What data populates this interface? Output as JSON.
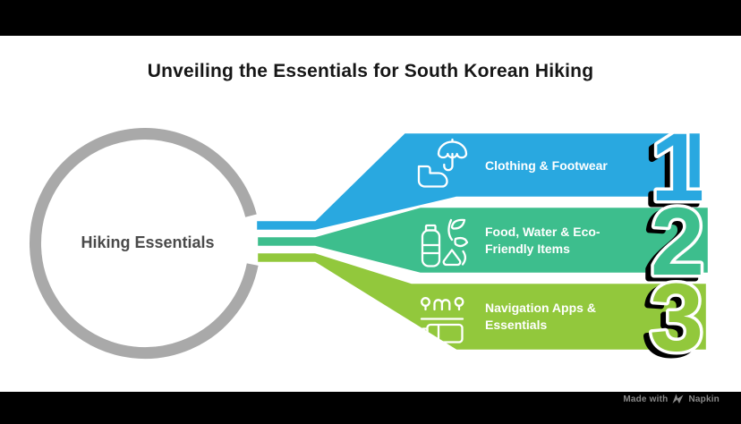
{
  "colors": {
    "background": "#FFFFFF",
    "bar": "#000000",
    "title": "#161616",
    "ring": "#A9A9A9",
    "circle_label": "#4A4A4A",
    "banner_text": "#FFFFFF",
    "number_outline": "#FFFFFF",
    "number_shadow": "#000000",
    "watermark": "#8A8A8A"
  },
  "title": {
    "text": "Unveiling the Essentials for South Korean Hiking"
  },
  "circle": {
    "label": "Hiking Essentials"
  },
  "banners": [
    {
      "number": "1",
      "color": "#29A8E0",
      "icon": "umbrella-rain-boot-icon",
      "label_line1": "Clothing & Footwear",
      "label_line2": ""
    },
    {
      "number": "2",
      "color": "#3DBE8D",
      "icon": "water-bottle-leaves-food-icon",
      "label_line1": "Food, Water & Eco-",
      "label_line2": "Friendly Items"
    },
    {
      "number": "3",
      "color": "#92C83C",
      "icon": "route-pins-battery-icon",
      "label_line1": "Navigation Apps &",
      "label_line2": "Essentials"
    }
  ],
  "watermark": {
    "prefix": "Made with",
    "brand": "Napkin",
    "icon": "napkin-logo-icon"
  }
}
